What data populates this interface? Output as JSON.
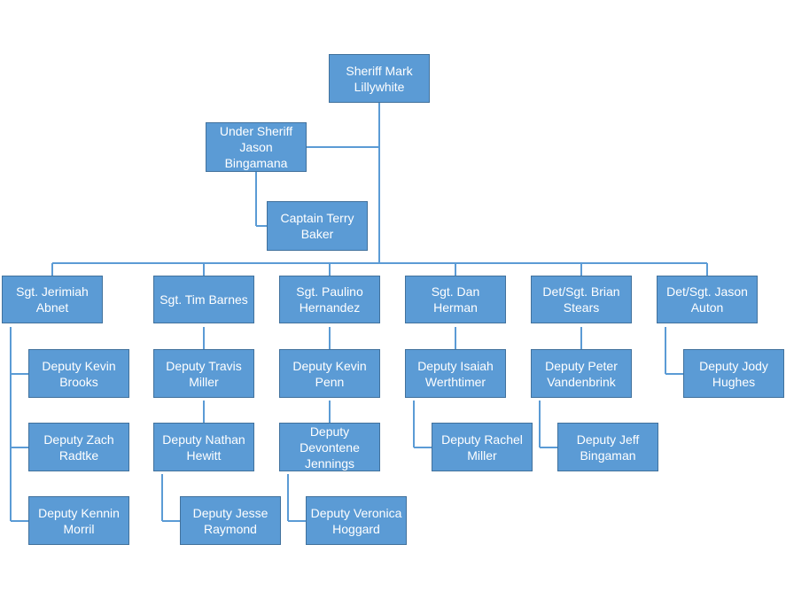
{
  "nodes": [
    {
      "id": "sheriff",
      "text": "Sheriff Mark Lillywhite"
    },
    {
      "id": "under_sheriff",
      "text": "Under Sheriff Jason Bingamana"
    },
    {
      "id": "captain",
      "text": "Captain Terry Baker"
    },
    {
      "id": "sgt_abnet",
      "text": "Sgt. Jerimiah Abnet"
    },
    {
      "id": "sgt_barnes",
      "text": "Sgt. Tim Barnes"
    },
    {
      "id": "sgt_hernandez",
      "text": "Sgt. Paulino Hernandez"
    },
    {
      "id": "sgt_herman",
      "text": "Sgt. Dan Herman"
    },
    {
      "id": "sgt_stears",
      "text": "Det/Sgt. Brian Stears"
    },
    {
      "id": "sgt_auton",
      "text": "Det/Sgt. Jason Auton"
    },
    {
      "id": "dep_brooks",
      "text": "Deputy Kevin Brooks"
    },
    {
      "id": "dep_radtke",
      "text": "Deputy Zach Radtke"
    },
    {
      "id": "dep_morril",
      "text": "Deputy Kennin Morril"
    },
    {
      "id": "dep_miller_t",
      "text": "Deputy Travis Miller"
    },
    {
      "id": "dep_hewitt",
      "text": "Deputy Nathan Hewitt"
    },
    {
      "id": "dep_raymond",
      "text": "Deputy Jesse Raymond"
    },
    {
      "id": "dep_penn",
      "text": "Deputy Kevin Penn"
    },
    {
      "id": "dep_jennings",
      "text": "Deputy Devontene Jennings"
    },
    {
      "id": "dep_hoggard",
      "text": "Deputy Veronica Hoggard"
    },
    {
      "id": "dep_werthtimer",
      "text": "Deputy Isaiah Werthtimer"
    },
    {
      "id": "dep_miller_r",
      "text": "Deputy Rachel Miller"
    },
    {
      "id": "dep_vandenbrink",
      "text": "Deputy Peter Vandenbrink"
    },
    {
      "id": "dep_bingaman",
      "text": "Deputy Jeff Bingaman"
    },
    {
      "id": "dep_hughes",
      "text": "Deputy Jody Hughes"
    }
  ],
  "edges": [
    {
      "from": "sheriff",
      "to": "under_sheriff"
    },
    {
      "from": "under_sheriff",
      "to": "captain"
    },
    {
      "from": "sheriff",
      "to": "sgt_abnet"
    },
    {
      "from": "sheriff",
      "to": "sgt_barnes"
    },
    {
      "from": "sheriff",
      "to": "sgt_hernandez"
    },
    {
      "from": "sheriff",
      "to": "sgt_herman"
    },
    {
      "from": "sheriff",
      "to": "sgt_stears"
    },
    {
      "from": "sheriff",
      "to": "sgt_auton"
    },
    {
      "from": "sgt_abnet",
      "to": "dep_brooks"
    },
    {
      "from": "sgt_abnet",
      "to": "dep_radtke"
    },
    {
      "from": "sgt_abnet",
      "to": "dep_morril"
    },
    {
      "from": "sgt_barnes",
      "to": "dep_miller_t"
    },
    {
      "from": "dep_miller_t",
      "to": "dep_hewitt"
    },
    {
      "from": "dep_hewitt",
      "to": "dep_raymond"
    },
    {
      "from": "sgt_hernandez",
      "to": "dep_penn"
    },
    {
      "from": "dep_penn",
      "to": "dep_jennings"
    },
    {
      "from": "dep_jennings",
      "to": "dep_hoggard"
    },
    {
      "from": "sgt_herman",
      "to": "dep_werthtimer"
    },
    {
      "from": "dep_werthtimer",
      "to": "dep_miller_r"
    },
    {
      "from": "sgt_stears",
      "to": "dep_vandenbrink"
    },
    {
      "from": "dep_vandenbrink",
      "to": "dep_bingaman"
    },
    {
      "from": "sgt_auton",
      "to": "dep_hughes"
    }
  ],
  "colors": {
    "box_fill": "#5b9bd5",
    "box_border": "#41719c",
    "box_text": "#ffffff",
    "connector": "#5b9bd5"
  }
}
